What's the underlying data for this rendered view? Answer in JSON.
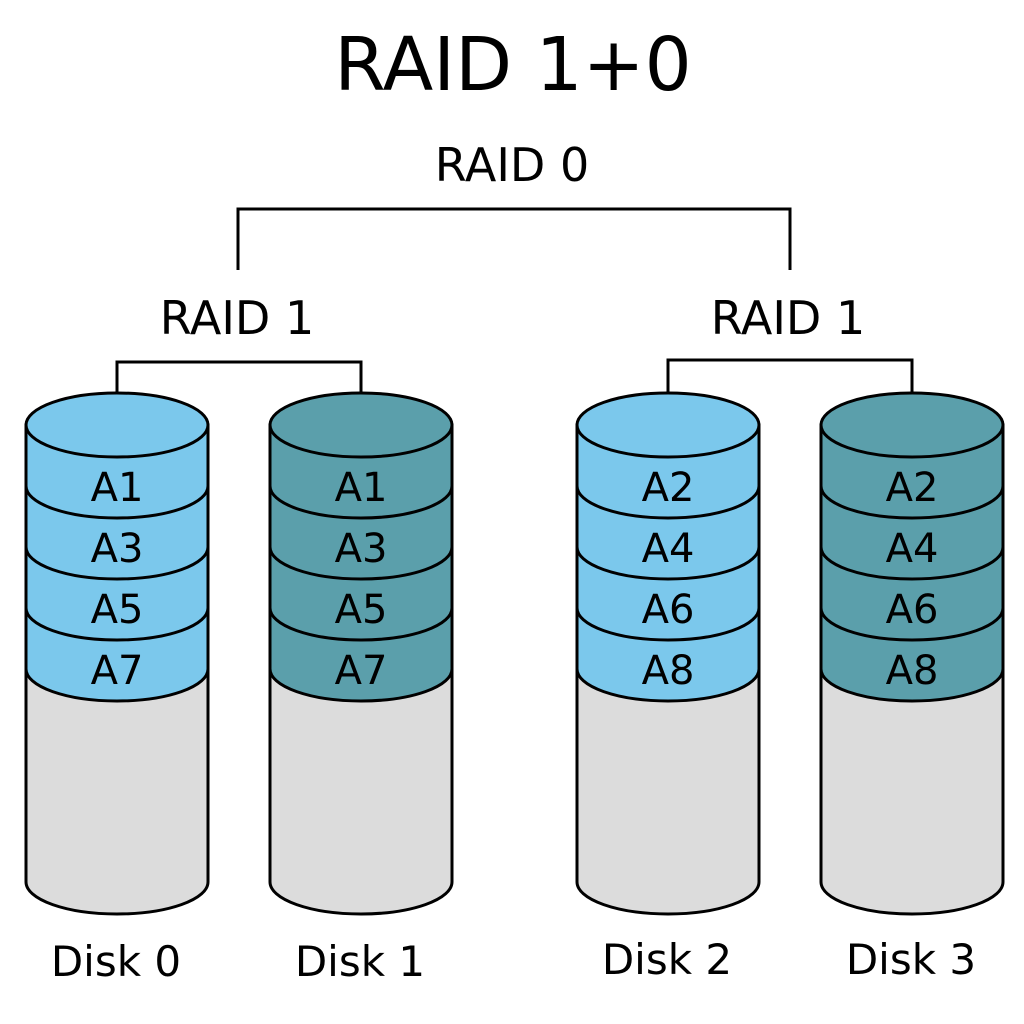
{
  "title": "RAID 1+0",
  "raid0": {
    "label": "RAID 0"
  },
  "mirror_groups": [
    {
      "label": "RAID 1"
    },
    {
      "label": "RAID 1"
    }
  ],
  "disks": [
    {
      "label": "Disk 0",
      "blocks": [
        "A1",
        "A3",
        "A5",
        "A7"
      ],
      "color": "#7bc8ec"
    },
    {
      "label": "Disk 1",
      "blocks": [
        "A1",
        "A3",
        "A5",
        "A7"
      ],
      "color": "#5b9fab"
    },
    {
      "label": "Disk 2",
      "blocks": [
        "A2",
        "A4",
        "A6",
        "A8"
      ],
      "color": "#7bc8ec"
    },
    {
      "label": "Disk 3",
      "blocks": [
        "A2",
        "A4",
        "A6",
        "A8"
      ],
      "color": "#5b9fab"
    }
  ],
  "colors": {
    "empty": "#dcdcdc",
    "outline": "#000000",
    "background": "#ffffff"
  }
}
